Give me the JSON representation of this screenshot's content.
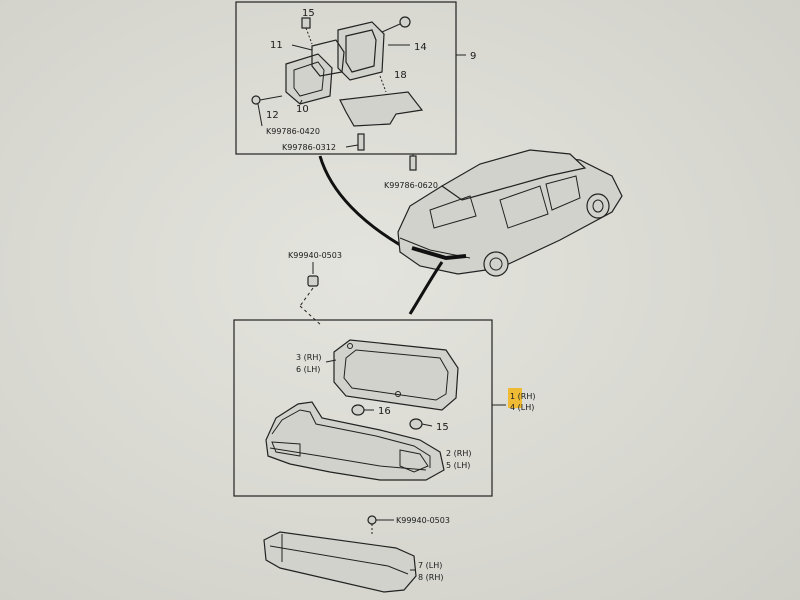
{
  "upper_assembly": {
    "ref_no": "9",
    "parts": {
      "p15": "15",
      "p11": "11",
      "p14": "14",
      "p18": "18",
      "p10": "10",
      "p12": "12"
    },
    "codes": {
      "c1": "K99786-0420",
      "c2": "K99786-0312",
      "c3": "K99786-0620"
    }
  },
  "lower_assembly": {
    "ref_rh": "1 (RH)",
    "ref_lh": "4 (LH)",
    "gasket_rh": "3 (RH)",
    "gasket_lh": "6 (LH)",
    "bulb_a": "16",
    "bulb_b": "15",
    "lens_rh": "2 (RH)",
    "lens_lh": "5 (LH)",
    "clip_code": "K99940-0503"
  },
  "bumper": {
    "clip_code": "K99940-0503",
    "ref_lh": "7 (LH)",
    "ref_rh": "8 (RH)"
  },
  "colors": {
    "highlight": "#f2b519",
    "line": "#222222"
  }
}
